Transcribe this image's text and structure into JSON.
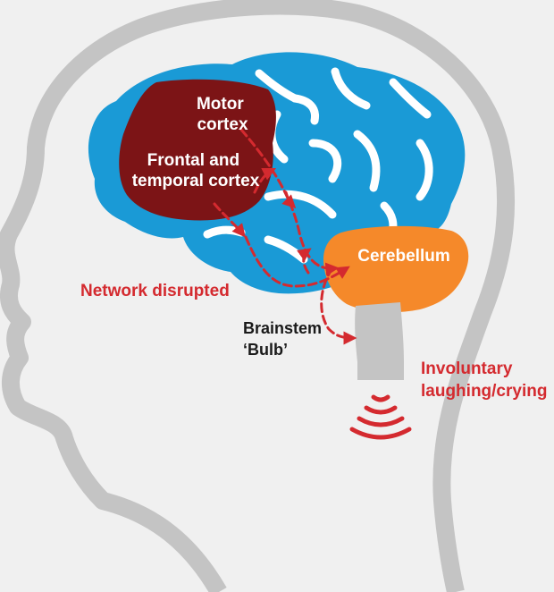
{
  "labels": {
    "motor_cortex": [
      "Motor",
      "cortex"
    ],
    "frontal_temporal": [
      "Frontal and",
      "temporal cortex"
    ],
    "cerebellum": "Cerebellum",
    "network": "Network disrupted",
    "brainstem": [
      "Brainstem",
      "‘Bulb’"
    ],
    "involuntary": [
      "Involuntary",
      "laughing/crying"
    ]
  },
  "colors": {
    "background": "#f0f0f0",
    "head_outline": "#c4c4c4",
    "brain": "#1a9ad6",
    "cortex_region": "#7c1416",
    "cerebellum": "#f5892a",
    "brainstem": "#c4c4c4",
    "accent_red": "#d42a2f",
    "white_text": "#ffffff",
    "dark_text": "#1a1a1a"
  }
}
